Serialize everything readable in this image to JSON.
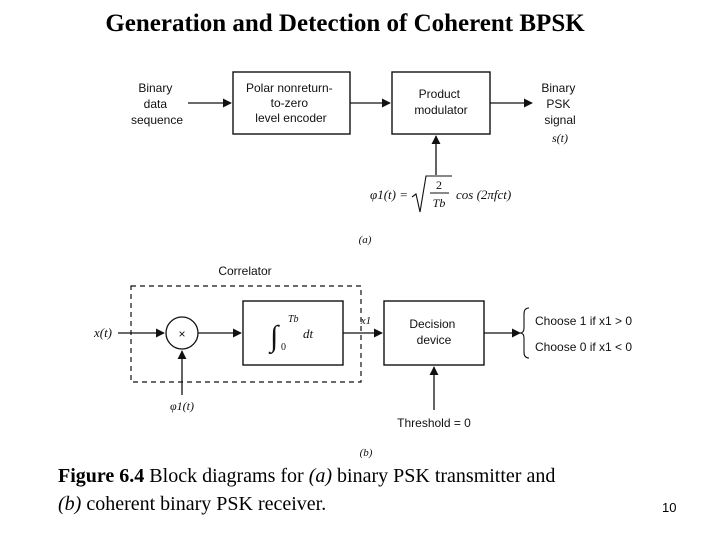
{
  "title": "Generation and Detection of Coherent BPSK",
  "transmitter": {
    "input_label": [
      "Binary",
      "data",
      "sequence"
    ],
    "encoder_label": [
      "Polar nonreturn-",
      "to-zero",
      "level encoder"
    ],
    "modulator_label": [
      "Product",
      "modulator"
    ],
    "output_label": [
      "Binary",
      "PSK",
      "signal"
    ],
    "output_symbol": "s(t)",
    "basis_lhs": "φ1(t) =",
    "basis_fraction_num": "2",
    "basis_fraction_den": "Tb",
    "basis_rhs": "cos (2πfct)",
    "panel_label": "(a)"
  },
  "receiver": {
    "correlator_label": "Correlator",
    "input_symbol": "x(t)",
    "multiplier_symbol": "×",
    "integrator_upper": "Tb",
    "integrator_lower": "0",
    "integrator_dt": "dt",
    "correlator_output": "x1",
    "decision_label": [
      "Decision",
      "device"
    ],
    "choose_1": "Choose 1 if x1 > 0",
    "choose_0": "Choose 0 if x1 < 0",
    "reference_symbol": "φ1(t)",
    "threshold_label": "Threshold = 0",
    "panel_label": "(b)"
  },
  "caption": {
    "figure_number": "Figure 6.4",
    "text_1": " Block diagrams for ",
    "a": "(a)",
    "text_2": " binary PSK transmitter and",
    "b": "(b)",
    "text_3": " coherent binary PSK receiver."
  },
  "page_number": "10"
}
